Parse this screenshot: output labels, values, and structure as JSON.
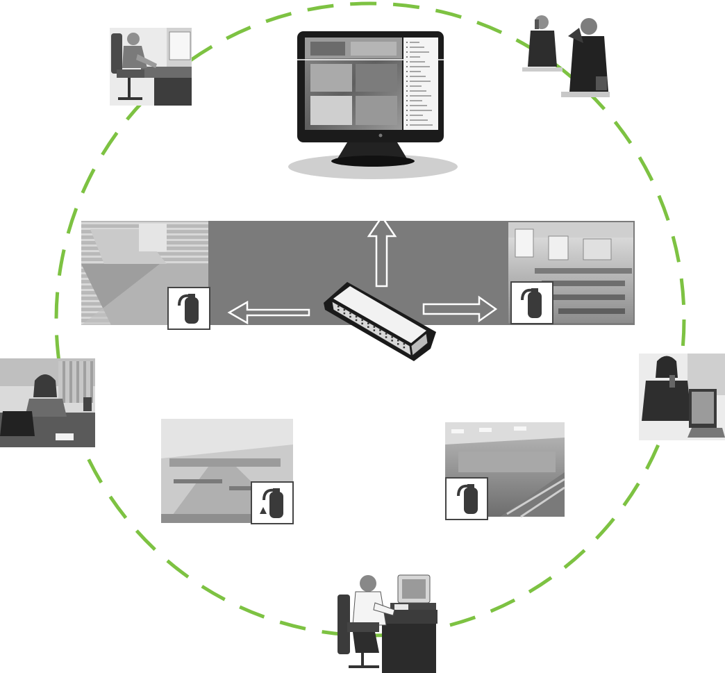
{
  "colors": {
    "ring": "#7dc242",
    "band": "#7b7b7b",
    "arrow_stroke": "#ffffff",
    "photo_dark": "#5a5a5a",
    "photo_light": "#d9d9d9",
    "extinguisher": "#3a3a3a"
  },
  "icons": {
    "hub": "network-switch-icon",
    "monitor": "monitor-icon",
    "extinguisher": "fire-extinguisher-icon"
  },
  "monitor": {
    "list_items": [
      "",
      "",
      "",
      "",
      "",
      "",
      "",
      "",
      "",
      "",
      "",
      "",
      "",
      "",
      "",
      "",
      "",
      ""
    ]
  },
  "nodes": {
    "people": [
      "operator-at-desk",
      "two-men-on-phone",
      "woman-at-laptop",
      "woman-on-phone",
      "man-at-computer"
    ],
    "rooms": [
      "lobby-stairs",
      "classroom",
      "library",
      "gymnasium"
    ]
  }
}
